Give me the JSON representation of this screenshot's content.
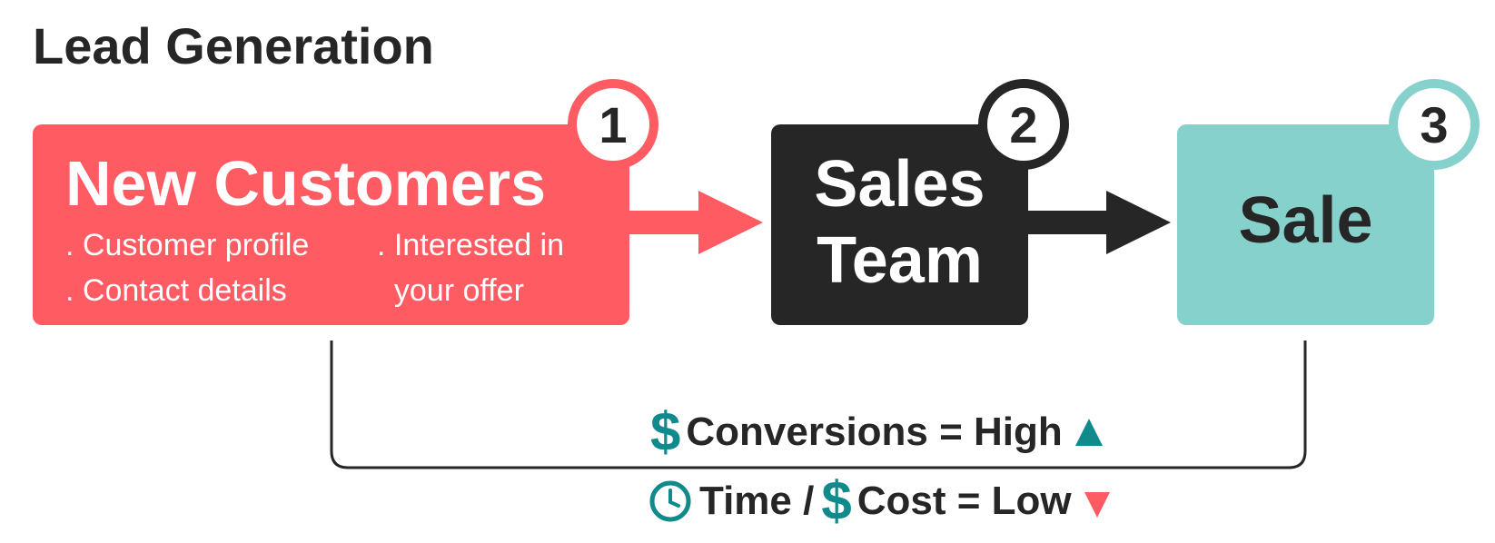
{
  "title": "Lead Generation",
  "steps": [
    {
      "number": "1",
      "title": "New Customers",
      "bullets": [
        ". Customer profile",
        ". Contact details",
        ". Interested in",
        "  your offer"
      ],
      "color": "#fe5c62"
    },
    {
      "number": "2",
      "title_lines": [
        "Sales",
        "Team"
      ],
      "color": "#262626"
    },
    {
      "number": "3",
      "title": "Sale",
      "color": "#86d1cb"
    }
  ],
  "outcomes": {
    "conversions": {
      "icon": "dollar-icon",
      "symbol": "$",
      "text": "Conversions = High",
      "trend": "up",
      "trend_color": "#118a8c"
    },
    "cost": {
      "icon1": "clock-icon",
      "text_time": "Time /",
      "icon2": "dollar-icon",
      "symbol": "$",
      "text_cost": "Cost = Low",
      "trend": "down",
      "trend_color": "#fe5c62"
    }
  },
  "colors": {
    "accent_teal": "#118a8c",
    "coral": "#fe5c62",
    "dark": "#262626",
    "mint": "#86d1cb"
  }
}
